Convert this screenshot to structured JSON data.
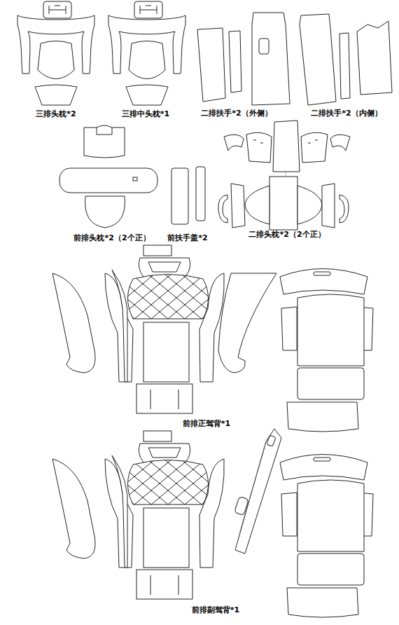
{
  "diagram": {
    "labels": [
      "三排头枕*2",
      "三排中头枕*1",
      "二排扶手*2（外侧）",
      "二排扶手*2（内侧）",
      "前排头枕*2（2个正）",
      "前扶手盖*2",
      "二排头枕*2（2个正）",
      "前排正驾背*1",
      "前排副驾背*1"
    ]
  }
}
